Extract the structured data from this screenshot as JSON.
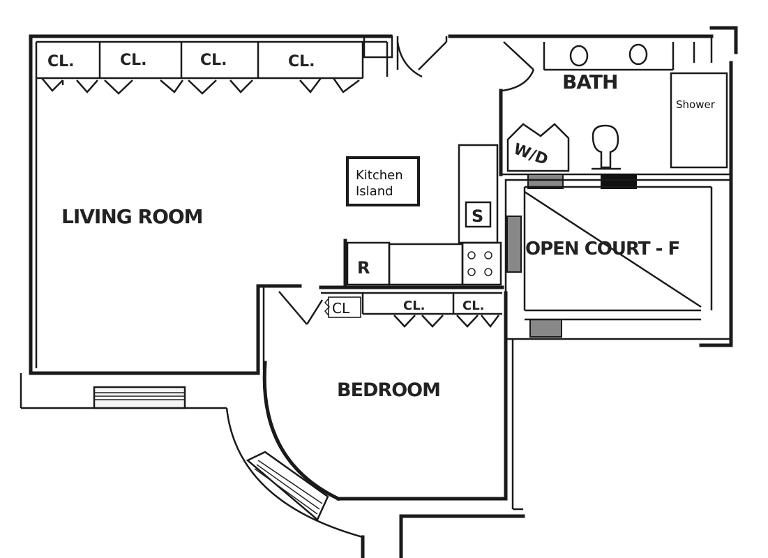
{
  "rooms": {
    "living_room": "LIVING ROOM",
    "bath": "BATH",
    "bedroom": "BEDROOM",
    "open_court": "OPEN COURT - F"
  },
  "closets": {
    "living_1": "CL.",
    "living_2": "CL.",
    "living_3": "CL.",
    "living_4": "CL.",
    "kitchen_1": "CL.",
    "kitchen_2": "CL.",
    "bedroom_cl": "CL"
  },
  "fixtures": {
    "shower": "Shower",
    "kitchen_island_line1": "Kitchen",
    "kitchen_island_line2": "Island",
    "sink": "S",
    "refrigerator": "R",
    "washer_dryer": "W/D"
  }
}
